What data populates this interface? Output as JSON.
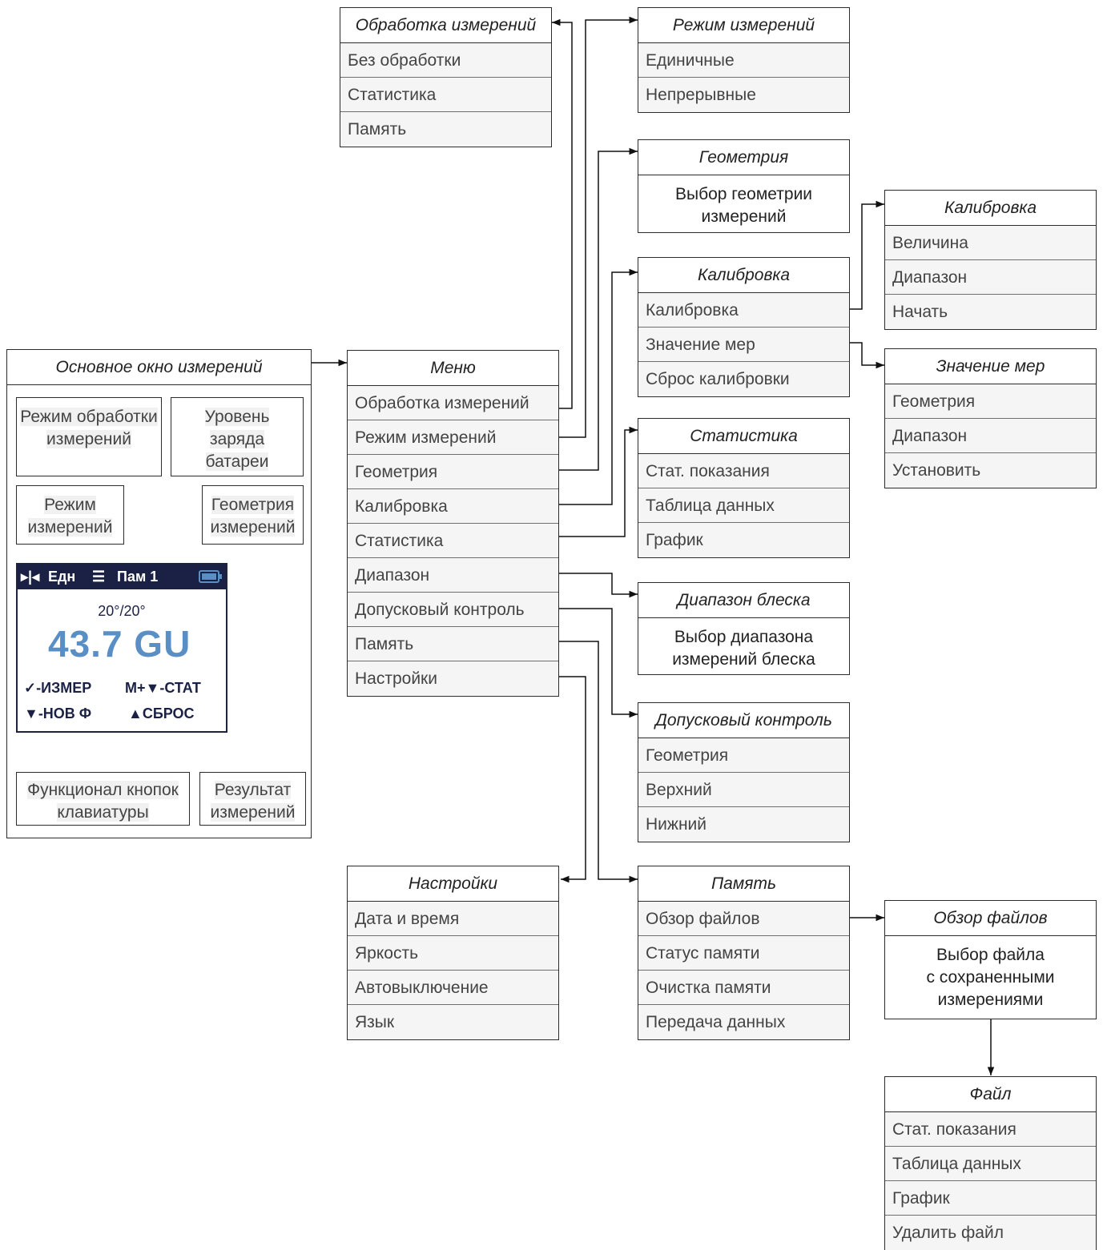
{
  "main_window": {
    "title": "Основное окно измерений",
    "labels": {
      "processing_mode": "Режим обработки измерений",
      "battery_level": "Уровень заряда батареи",
      "measure_mode": "Режим измерений",
      "geometry": "Геометрия измерений",
      "keys_function": "Функционал кнопок клавиатуры",
      "result": "Результат измерений"
    },
    "screen": {
      "mode_icon": "▸|◂",
      "mode": "Едн",
      "list_icon": "☰",
      "memory": "Пам 1",
      "battery_icon": "battery-icon",
      "geometry": "20°/20°",
      "result": "43.7 GU",
      "key1": "✓-ИЗМЕР",
      "key2": "M+▼-СТАТ",
      "key3": "▼-НОВ Ф",
      "key4": "▲СБРОС"
    },
    "arrow_color": "#b86fa6"
  },
  "menu": {
    "title": "Меню",
    "items": [
      "Обработка измерений",
      "Режим измерений",
      "Геометрия",
      "Калибровка",
      "Статистика",
      "Диапазон",
      "Допусковый контроль",
      "Память",
      "Настройки"
    ]
  },
  "processing": {
    "title": "Обработка измерений",
    "items": [
      "Без обработки",
      "Статистика",
      "Память"
    ]
  },
  "measure_mode": {
    "title": "Режим измерений",
    "items": [
      "Единичные",
      "Непрерывные"
    ]
  },
  "geometry": {
    "title": "Геометрия",
    "desc": [
      "Выбор геометрии",
      "измерений"
    ]
  },
  "calibration": {
    "title": "Калибровка",
    "items": [
      "Калибровка",
      "Значение мер",
      "Сброс калибровки"
    ]
  },
  "calibration_sub": {
    "title": "Калибровка",
    "items": [
      "Величина",
      "Диапазон",
      "Начать"
    ]
  },
  "standards": {
    "title": "Значение мер",
    "items": [
      "Геометрия",
      "Диапазон",
      "Установить"
    ]
  },
  "statistics": {
    "title": "Статистика",
    "items": [
      "Стат. показания",
      "Таблица данных",
      "График"
    ]
  },
  "gloss_range": {
    "title": "Диапазон блеска",
    "desc": [
      "Выбор диапазона",
      "измерений блеска"
    ]
  },
  "tolerance": {
    "title": "Допусковый контроль",
    "items": [
      "Геометрия",
      "Верхний",
      "Нижний"
    ]
  },
  "settings": {
    "title": "Настройки",
    "items": [
      "Дата и время",
      "Яркость",
      "Автовыключение",
      "Язык"
    ]
  },
  "memory": {
    "title": "Память",
    "items": [
      "Обзор файлов",
      "Статус памяти",
      "Очистка памяти",
      "Передача данных"
    ]
  },
  "file_browse": {
    "title": "Обзор файлов",
    "desc": [
      "Выбор файла",
      "с сохраненными",
      "измерениями"
    ]
  },
  "file": {
    "title": "Файл",
    "items": [
      "Стат. показания",
      "Таблица данных",
      "График",
      "Удалить файл"
    ]
  }
}
